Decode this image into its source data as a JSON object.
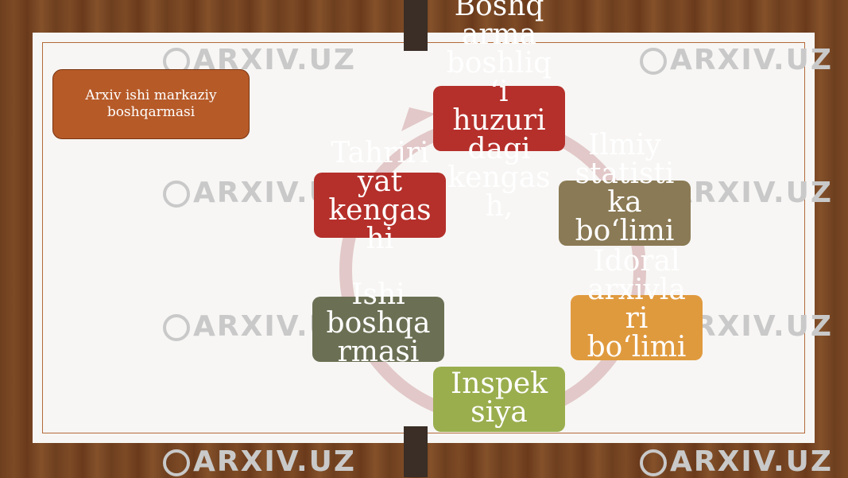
{
  "title_box": "Arxiv ishi markaziy\nboshqarmasi",
  "watermark": "ARXIV.UZ",
  "nodes": {
    "top": "Boshq\narma\nboshliq\n‘i\nhuzuri\ndagi\nkengas\nh,",
    "right_upper": "Ilmiy\nstatisti\nka\nbo‘limi",
    "right_lower": "Idoral\narxivla\nri\nbo‘limi",
    "bottom": "Inspek\nsiya",
    "left_lower": "Ishi\nboshqa\nrmasi",
    "left_upper": "Tahriri\nyat\nkengas\nhi"
  },
  "colors": {
    "top": "#b5302b",
    "right_upper": "#8a7a55",
    "right_lower": "#e09a3e",
    "bottom": "#9aae4e",
    "left_lower": "#6b7054",
    "left_upper": "#b5302b",
    "ring": "#e2c8c8"
  }
}
